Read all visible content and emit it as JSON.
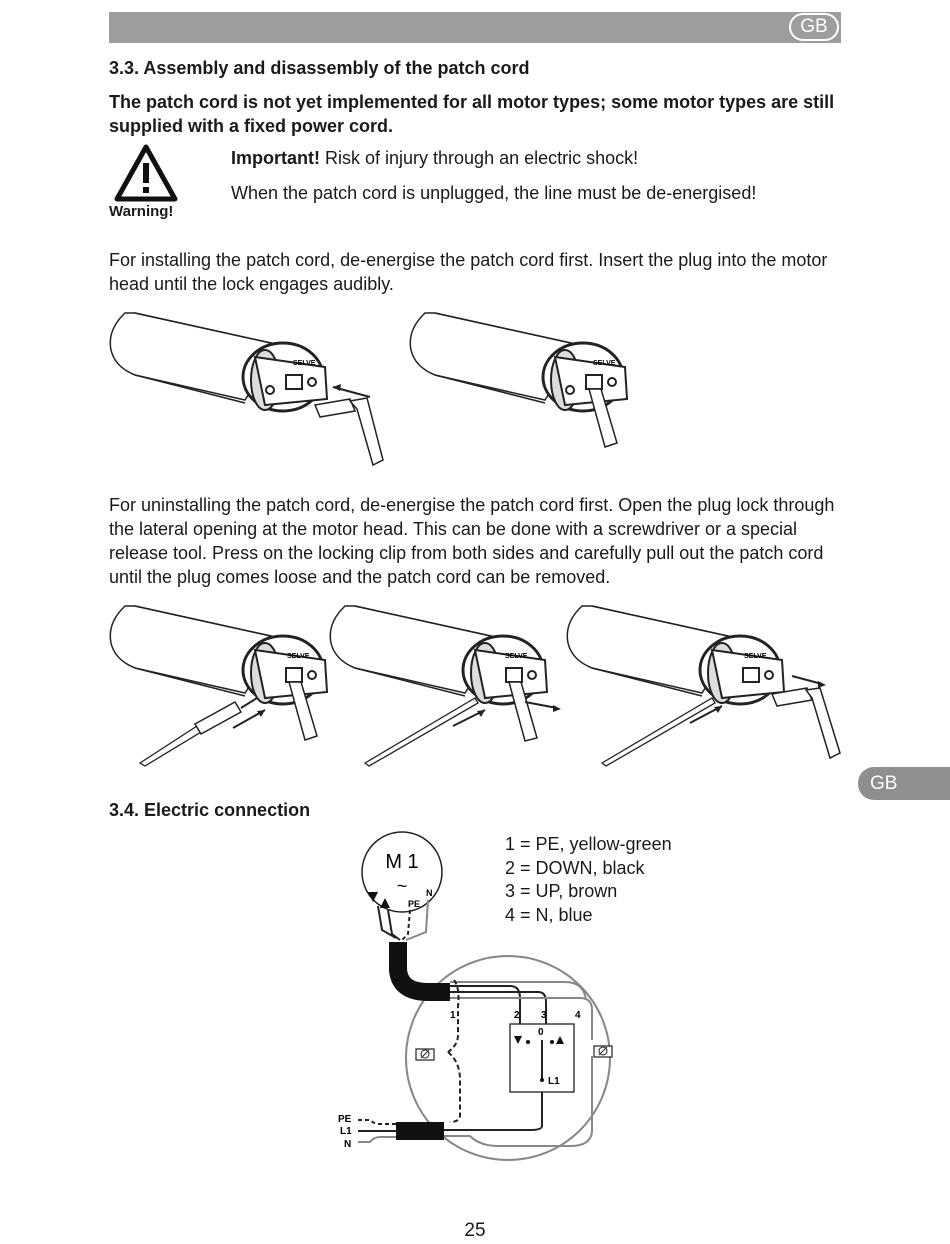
{
  "header": {
    "lang_badge": "GB"
  },
  "side_tab": {
    "label": "GB"
  },
  "section_33": {
    "title": "3.3. Assembly and disassembly of the patch cord",
    "intro": "The patch cord is not yet implemented for all motor types; some motor types are still supplied with a fixed power cord.",
    "warning_label": "Warning!",
    "important_lead": "Important!",
    "important_text": " Risk of injury through an electric shock!",
    "warning_line2": "When the patch cord is unplugged, the line must be de-energised!",
    "install_text": "For installing the patch cord, de-energise the patch cord first. Insert the plug into the motor head until the lock engages audibly.",
    "uninstall_text": "For uninstalling the patch cord, de-energise the patch cord first. Open the plug lock through the lateral opening at the motor head. This can be done with a screwdriver or a special release tool. Press on the locking clip from both sides and carefully pull out the patch cord until the plug comes loose and the patch cord can be removed.",
    "motor_brand": "SELVE"
  },
  "section_34": {
    "title": "3.4. Electric connection",
    "legend": [
      "1 = PE, yellow-green",
      "2 = DOWN, black",
      "3 = UP, brown",
      "4 = N, blue"
    ],
    "motor_label": "M 1",
    "motor_tilde": "~",
    "motor_pe": "PE",
    "motor_n": "N",
    "terminal_1": "1",
    "terminal_2": "2",
    "terminal_3": "3",
    "terminal_4": "4",
    "switch_zero": "0",
    "switch_l1": "L1",
    "mains_pe": "PE",
    "mains_l1": "L1",
    "mains_n": "N"
  },
  "footer": {
    "page_number": "25"
  }
}
